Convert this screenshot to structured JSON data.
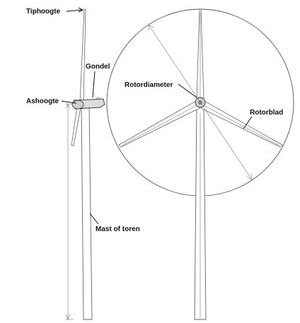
{
  "labels": {
    "tip_height": "Tiphoogte",
    "nacelle": "Gondel",
    "hub_height": "Ashoogte",
    "rotor_diameter": "Rotordiameter",
    "rotor_blade": "Rotorblad",
    "tower": "Mast of toren"
  },
  "colors": {
    "line": "#555555",
    "text": "#111111",
    "background": "#ffffff"
  }
}
